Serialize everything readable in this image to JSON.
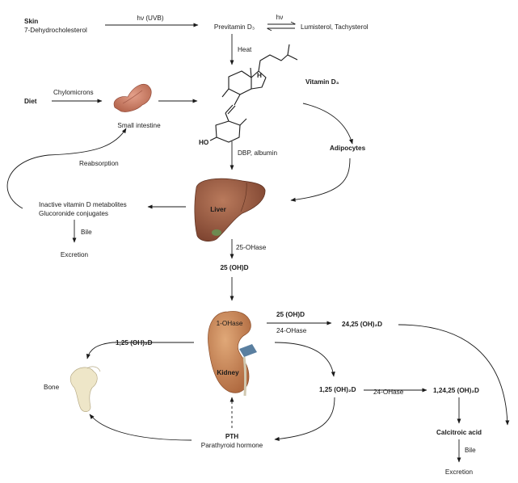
{
  "labels": {
    "skin": "Skin",
    "dehydro": "7-Dehydrocholesterol",
    "hv_uvb": "hν (UVB)",
    "hv": "hν",
    "previtamin": "Previtamin D₃",
    "lumisterol": "Lumisterol, Tachysterol",
    "heat": "Heat",
    "vitamin_d3": "Vitamin D₃",
    "h_atom": "H",
    "ho": "HO",
    "diet": "Diet",
    "chylomicrons": "Chylomicrons",
    "small_intestine": "Small intestine",
    "adipocytes": "Adipocytes",
    "reabsorption": "Reabsorption",
    "dbp": "DBP, albumin",
    "inactive": "Inactive vitamin D metabolites",
    "glucuronide": "Glucoronide conjugates",
    "liver": "Liver",
    "bile1": "Bile",
    "excretion1": "Excretion",
    "ohase25": "25-OHase",
    "oh25d": "25 (OH)D",
    "oh25d_top": "25 (OH)D",
    "ohase24_top": "24-OHase",
    "oh2425": "24,25 (OH)₂D",
    "ohase1": "1-OHase",
    "kidney": "Kidney",
    "oh125_left": "1,25 (OH)₂D",
    "bone": "Bone",
    "oh125_mid": "1,25 (OH)₂D",
    "ohase24_mid": "24-OHase",
    "oh12425": "1,24,25 (OH)₂D",
    "calcitroic": "Calcitroic acid",
    "bile2": "Bile",
    "excretion2": "Excretion",
    "pth": "PTH",
    "parathyroid": "Parathyroid hormone"
  },
  "colors": {
    "liver": "#9a5b3f",
    "kidney": "#c9875a",
    "intestine": "#c8795a",
    "bone": "#eee6c8"
  }
}
